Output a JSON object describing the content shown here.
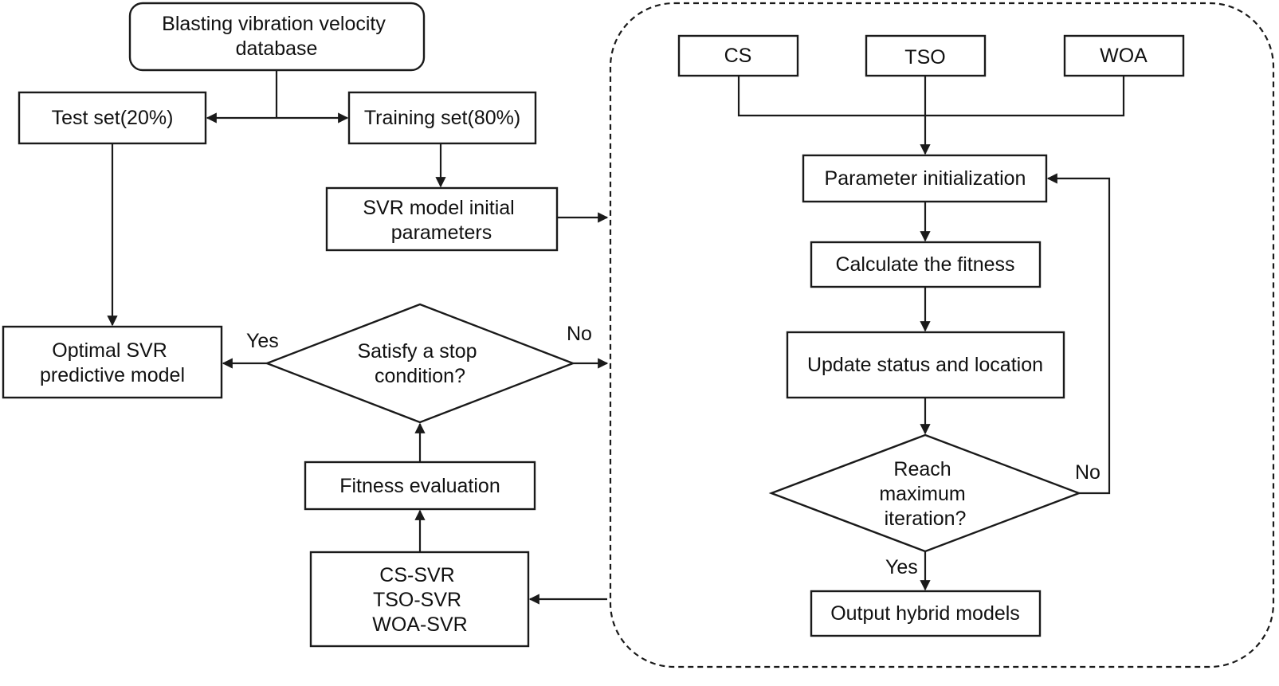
{
  "nodes": {
    "database": [
      "Blasting vibration velocity",
      "database"
    ],
    "test_set": [
      "Test set(20%)"
    ],
    "training_set": [
      "Training set(80%)"
    ],
    "svr_initial": [
      "SVR model initial",
      "parameters"
    ],
    "optimal_svr": [
      "Optimal SVR",
      "predictive model"
    ],
    "stop_condition": [
      "Satisfy a stop",
      "condition?"
    ],
    "fitness_evaluation": [
      "Fitness evaluation"
    ],
    "hybrid_list": [
      "CS-SVR",
      "TSO-SVR",
      "WOA-SVR"
    ],
    "cs": [
      "CS"
    ],
    "tso": [
      "TSO"
    ],
    "woa": [
      "WOA"
    ],
    "param_init": [
      "Parameter initialization"
    ],
    "calc_fitness": [
      "Calculate the fitness"
    ],
    "update_status": [
      "Update status and location"
    ],
    "max_iteration": [
      "Reach",
      "maximum",
      "iteration?"
    ],
    "output_hybrid": [
      "Output hybrid models"
    ]
  },
  "edge_labels": {
    "stop_yes": "Yes",
    "stop_no": "No",
    "iter_no": "No",
    "iter_yes": "Yes"
  }
}
